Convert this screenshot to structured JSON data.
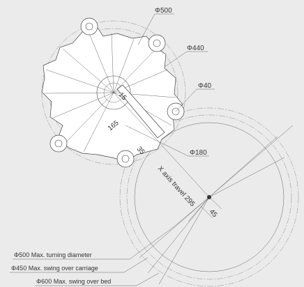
{
  "dimensions": {
    "d500": "Φ500",
    "d440": "Φ440",
    "d40": "Φ40",
    "d180": "Φ180",
    "r15": "15",
    "r165": "165",
    "r35": "35",
    "x_travel": "X axis travel 295",
    "d45": "45"
  },
  "legend": {
    "turning": "Φ500 Max. turning diameter",
    "carriage": "Φ450 Max. swing over carriage",
    "bed": "Φ600 Max. swing over bed"
  }
}
